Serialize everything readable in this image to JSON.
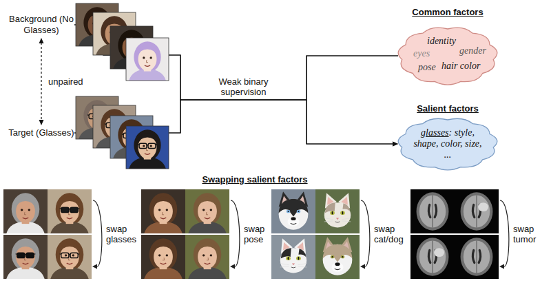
{
  "diagram": {
    "nodes": [
      {
        "text": [
          "Background (No Glasses)"
        ]
      },
      {
        "text": [
          "Target (Glasses)"
        ]
      },
      {
        "text": [
          "Common factors",
          "identity",
          "gender",
          "eyes",
          "pose",
          "hair color"
        ]
      },
      {
        "text": [
          "Salient factors",
          "glasses",
          ": style, shape, color, size, ..."
        ]
      }
    ],
    "edges": [
      {
        "from": 0,
        "to": 2,
        "arrow": "none",
        "label": "Weak binary supervision"
      },
      {
        "from": 0,
        "to": 3,
        "arrow": "to"
      },
      {
        "from": 1,
        "to": 2,
        "arrow": "none"
      },
      {
        "from": 1,
        "to": 3,
        "arrow": "to"
      },
      {
        "from": 0,
        "to": 1,
        "arrow": "both",
        "label": "unpaired"
      }
    ],
    "labels": [
      "Swapping salient factors",
      "swap glasses",
      "swap pose",
      "swap cat/dog",
      "swap tumor"
    ]
  }
}
